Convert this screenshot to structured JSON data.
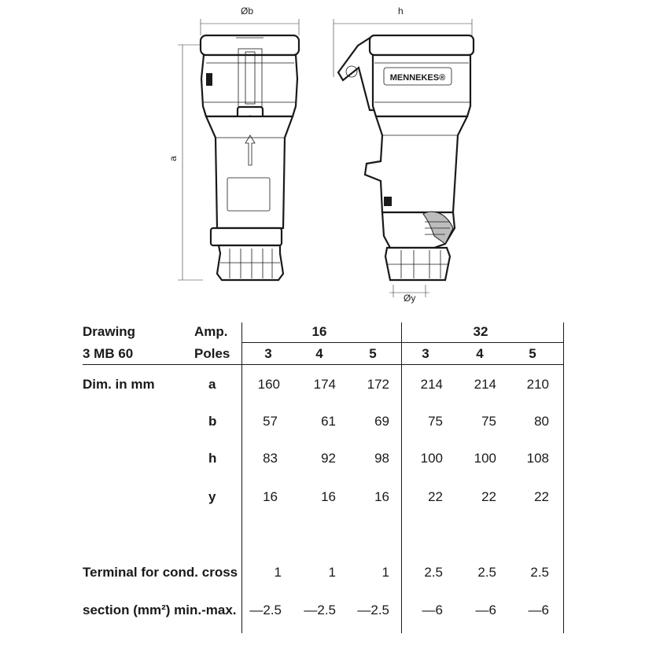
{
  "drawing": {
    "brand": "MENNEKES®",
    "dim_labels": {
      "b": "Øb",
      "h": "h",
      "a": "a",
      "y": "Øy"
    }
  },
  "table": {
    "drawing_label": "Drawing",
    "drawing_number": "3 MB 60",
    "amp_label": "Amp.",
    "poles_label": "Poles",
    "amp_groups": [
      "16",
      "32"
    ],
    "poles": [
      "3",
      "4",
      "5",
      "3",
      "4",
      "5"
    ],
    "dim_label": "Dim. in mm",
    "rows": [
      {
        "key": "a",
        "values": [
          "160",
          "174",
          "172",
          "214",
          "214",
          "210"
        ]
      },
      {
        "key": "b",
        "values": [
          "57",
          "61",
          "69",
          "75",
          "75",
          "80"
        ]
      },
      {
        "key": "h",
        "values": [
          "83",
          "92",
          "98",
          "100",
          "100",
          "108"
        ]
      },
      {
        "key": "y",
        "values": [
          "16",
          "16",
          "16",
          "22",
          "22",
          "22"
        ]
      }
    ],
    "terminal_label_1": "Terminal for cond. cross",
    "terminal_label_2": "section (mm²) min.-max.",
    "terminal_min": [
      "1",
      "1",
      "1",
      "2.5",
      "2.5",
      "2.5"
    ],
    "terminal_max": [
      "—2.5",
      "—2.5",
      "—2.5",
      "—6",
      "—6",
      "—6"
    ]
  }
}
